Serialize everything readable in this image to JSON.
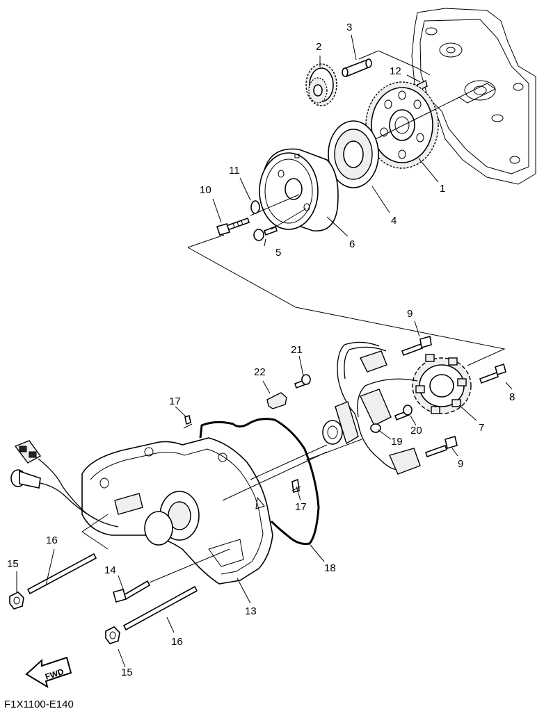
{
  "diagram_code": "F1X1100-E140",
  "fwd_label": "FWD",
  "parts": [
    {
      "id": "p1",
      "number": "1"
    },
    {
      "id": "p2",
      "number": "2"
    },
    {
      "id": "p3",
      "number": "3"
    },
    {
      "id": "p4",
      "number": "4"
    },
    {
      "id": "p5",
      "number": "5"
    },
    {
      "id": "p6",
      "number": "6"
    },
    {
      "id": "p7",
      "number": "7"
    },
    {
      "id": "p8",
      "number": "8"
    },
    {
      "id": "p9a",
      "number": "9"
    },
    {
      "id": "p9b",
      "number": "9"
    },
    {
      "id": "p10",
      "number": "10"
    },
    {
      "id": "p11",
      "number": "11"
    },
    {
      "id": "p12",
      "number": "12"
    },
    {
      "id": "p13",
      "number": "13"
    },
    {
      "id": "p14",
      "number": "14"
    },
    {
      "id": "p15a",
      "number": "15"
    },
    {
      "id": "p15b",
      "number": "15"
    },
    {
      "id": "p16a",
      "number": "16"
    },
    {
      "id": "p16b",
      "number": "16"
    },
    {
      "id": "p17a",
      "number": "17"
    },
    {
      "id": "p17b",
      "number": "17"
    },
    {
      "id": "p18",
      "number": "18"
    },
    {
      "id": "p19",
      "number": "19"
    },
    {
      "id": "p20",
      "number": "20"
    },
    {
      "id": "p21",
      "number": "21"
    },
    {
      "id": "p22",
      "number": "22"
    }
  ]
}
